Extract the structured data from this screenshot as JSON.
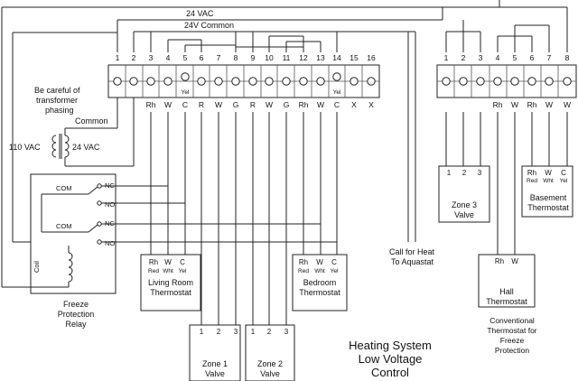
{
  "rails": {
    "vac": "24 VAC",
    "common": "24V Common"
  },
  "left_strip": {
    "numbers": [
      "1",
      "2",
      "3",
      "4",
      "5",
      "6",
      "7",
      "8",
      "9",
      "10",
      "11",
      "12",
      "13",
      "14",
      "15",
      "16"
    ],
    "labels": [
      "",
      "",
      "Rh",
      "W",
      "C",
      "R",
      "W",
      "G",
      "R",
      "W",
      "G",
      "Rh",
      "W",
      "C",
      "X",
      "X"
    ],
    "yel": [
      "Yel",
      "Yel"
    ]
  },
  "right_strip": {
    "numbers": [
      "1",
      "2",
      "3",
      "4",
      "5",
      "6",
      "7",
      "8"
    ],
    "labels": [
      "",
      "",
      "",
      "Rh",
      "W",
      "Rh",
      "W",
      "W"
    ]
  },
  "transformer": {
    "warning": [
      "Be careful of",
      "transformer",
      "phasing"
    ],
    "common": "Common",
    "primary": "110 VAC",
    "secondary": "24 VAC"
  },
  "relay": {
    "com1": "COM",
    "nc1": "NC",
    "no1": "NO",
    "com2": "COM",
    "nc2": "NC",
    "no2": "NO",
    "coil": "Coil",
    "title": [
      "Freeze",
      "Protection",
      "Relay"
    ]
  },
  "living_room": {
    "terms": [
      "Rh",
      "W",
      "C"
    ],
    "colors": [
      "Red",
      "Wht",
      "Yel"
    ],
    "title": [
      "Living Room",
      "Thermostat"
    ]
  },
  "bedroom": {
    "terms": [
      "Rh",
      "W",
      "C"
    ],
    "colors": [
      "Red",
      "Wht",
      "Yel"
    ],
    "title": [
      "Bedroom",
      "Thermostat"
    ]
  },
  "zone1": {
    "terms": [
      "1",
      "2",
      "3"
    ],
    "title": [
      "Zone 1",
      "Valve"
    ]
  },
  "zone2": {
    "terms": [
      "1",
      "2",
      "3"
    ],
    "title": [
      "Zone 2",
      "Valve"
    ]
  },
  "zone3": {
    "terms": [
      "1",
      "2",
      "3"
    ],
    "title": [
      "Zone 3",
      "Valve"
    ]
  },
  "basement": {
    "terms": [
      "Rh",
      "W",
      "C"
    ],
    "colors": [
      "Red",
      "Wht",
      "Yel"
    ],
    "title": [
      "Basement",
      "Thermostat"
    ]
  },
  "hall": {
    "terms": [
      "Rh",
      "W"
    ],
    "title": [
      "Hall",
      "Thermostat"
    ],
    "note": [
      "Conventional",
      "Thermostat for",
      "Freeze",
      "Protection"
    ]
  },
  "aquastat": [
    "Call for Heat",
    "To Aquastat"
  ],
  "title": [
    "Heating System",
    "Low Voltage",
    "Control"
  ]
}
